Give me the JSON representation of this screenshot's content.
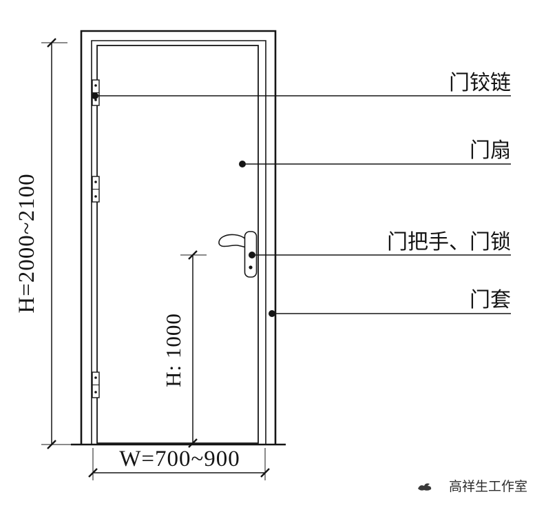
{
  "title": "door-elevation-diagram",
  "labels": {
    "hinge": "门铰链",
    "leaf": "门扇",
    "handle_lock": "门把手、门锁",
    "casing": "门套"
  },
  "dimensions": {
    "height": "H=2000~2100",
    "handle_height": "H: 1000",
    "width": "W=700~900"
  },
  "watermark": {
    "text": "高祥生工作室"
  },
  "colors": {
    "line": "#151515",
    "background": "#ffffff"
  }
}
